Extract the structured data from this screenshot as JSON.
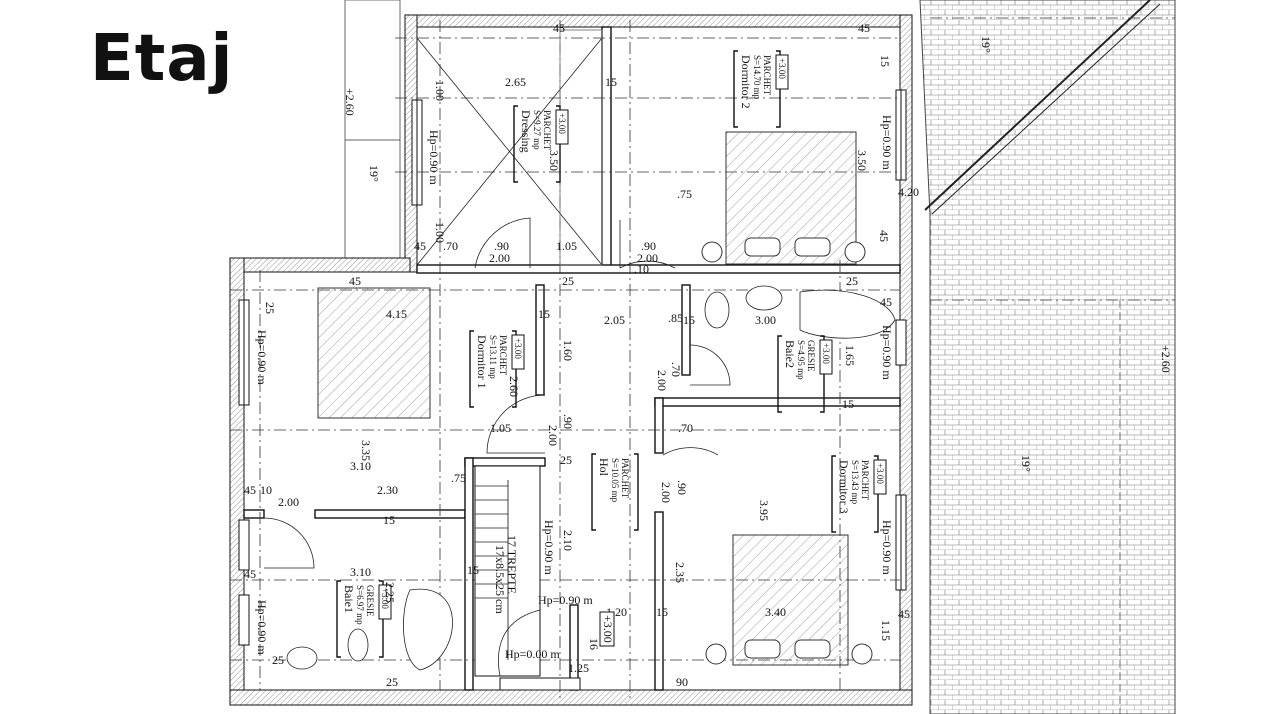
{
  "title": "Etaj",
  "rooms": [
    {
      "id": "dressing",
      "name": "Dressing",
      "area": "S=9.27 mp",
      "floor": "PARCHET",
      "level": "+3.00"
    },
    {
      "id": "dormitor2",
      "name": "Dormitor 2",
      "area": "S=14.70 mp",
      "floor": "PARCHET",
      "level": "+3.00"
    },
    {
      "id": "dormitor1",
      "name": "Dormitor 1",
      "area": "S=13.11 mp",
      "floor": "PARCHET",
      "level": "+3.00"
    },
    {
      "id": "baie2",
      "name": "Baie2",
      "area": "S=4.95 mp",
      "floor": "GRESIE",
      "level": "+3.00"
    },
    {
      "id": "hol",
      "name": "Hol",
      "area": "S=10.05 mp",
      "floor": "PARCHET",
      "level": ""
    },
    {
      "id": "dormitor3",
      "name": "Dormitor 3",
      "area": "S=13.43 mp",
      "floor": "PARCHET",
      "level": "+3.00"
    },
    {
      "id": "baie1",
      "name": "Baie1",
      "area": "S=6.97 mp",
      "floor": "GRESIE",
      "level": "+3.00"
    }
  ],
  "stairs": {
    "label": "17 TREPTE",
    "spec": "17x8.5x25 cm",
    "hp_top": "Hp=0.90 m",
    "hp_bottom": "Hp=0.00 m",
    "level": "+3.00"
  },
  "roof": {
    "slope": "19°",
    "ridge": "+2.60"
  },
  "hp": "Hp=0.90 m",
  "dims": [
    "45",
    "45",
    "1.00",
    "2.65",
    "15",
    "3.50",
    "3.50",
    "1.00",
    "45",
    ".70",
    ".90",
    "1.05",
    ".90",
    "2.00",
    "2.00",
    "25",
    ".10",
    "25",
    "45",
    "25",
    "4.15",
    "15",
    "1.60",
    "2.05",
    ".85",
    "15",
    "3.00",
    "45",
    ".70",
    "2.00",
    "1.65",
    "2.60",
    "15",
    "1.05",
    "2.00",
    ".90",
    "25",
    ".70",
    "3.35",
    "3.10",
    "45",
    "10",
    "2.00",
    "2.30",
    ".75",
    "15",
    ".90",
    "2.00",
    "3.95",
    "2.10",
    "15",
    "2.35",
    "3.10",
    "2.25",
    "1.20",
    "15",
    "3.40",
    "45",
    "1.15",
    "45",
    "25",
    "25",
    "90",
    "16",
    "1.25",
    "45",
    "4.20",
    ".75",
    "15"
  ]
}
